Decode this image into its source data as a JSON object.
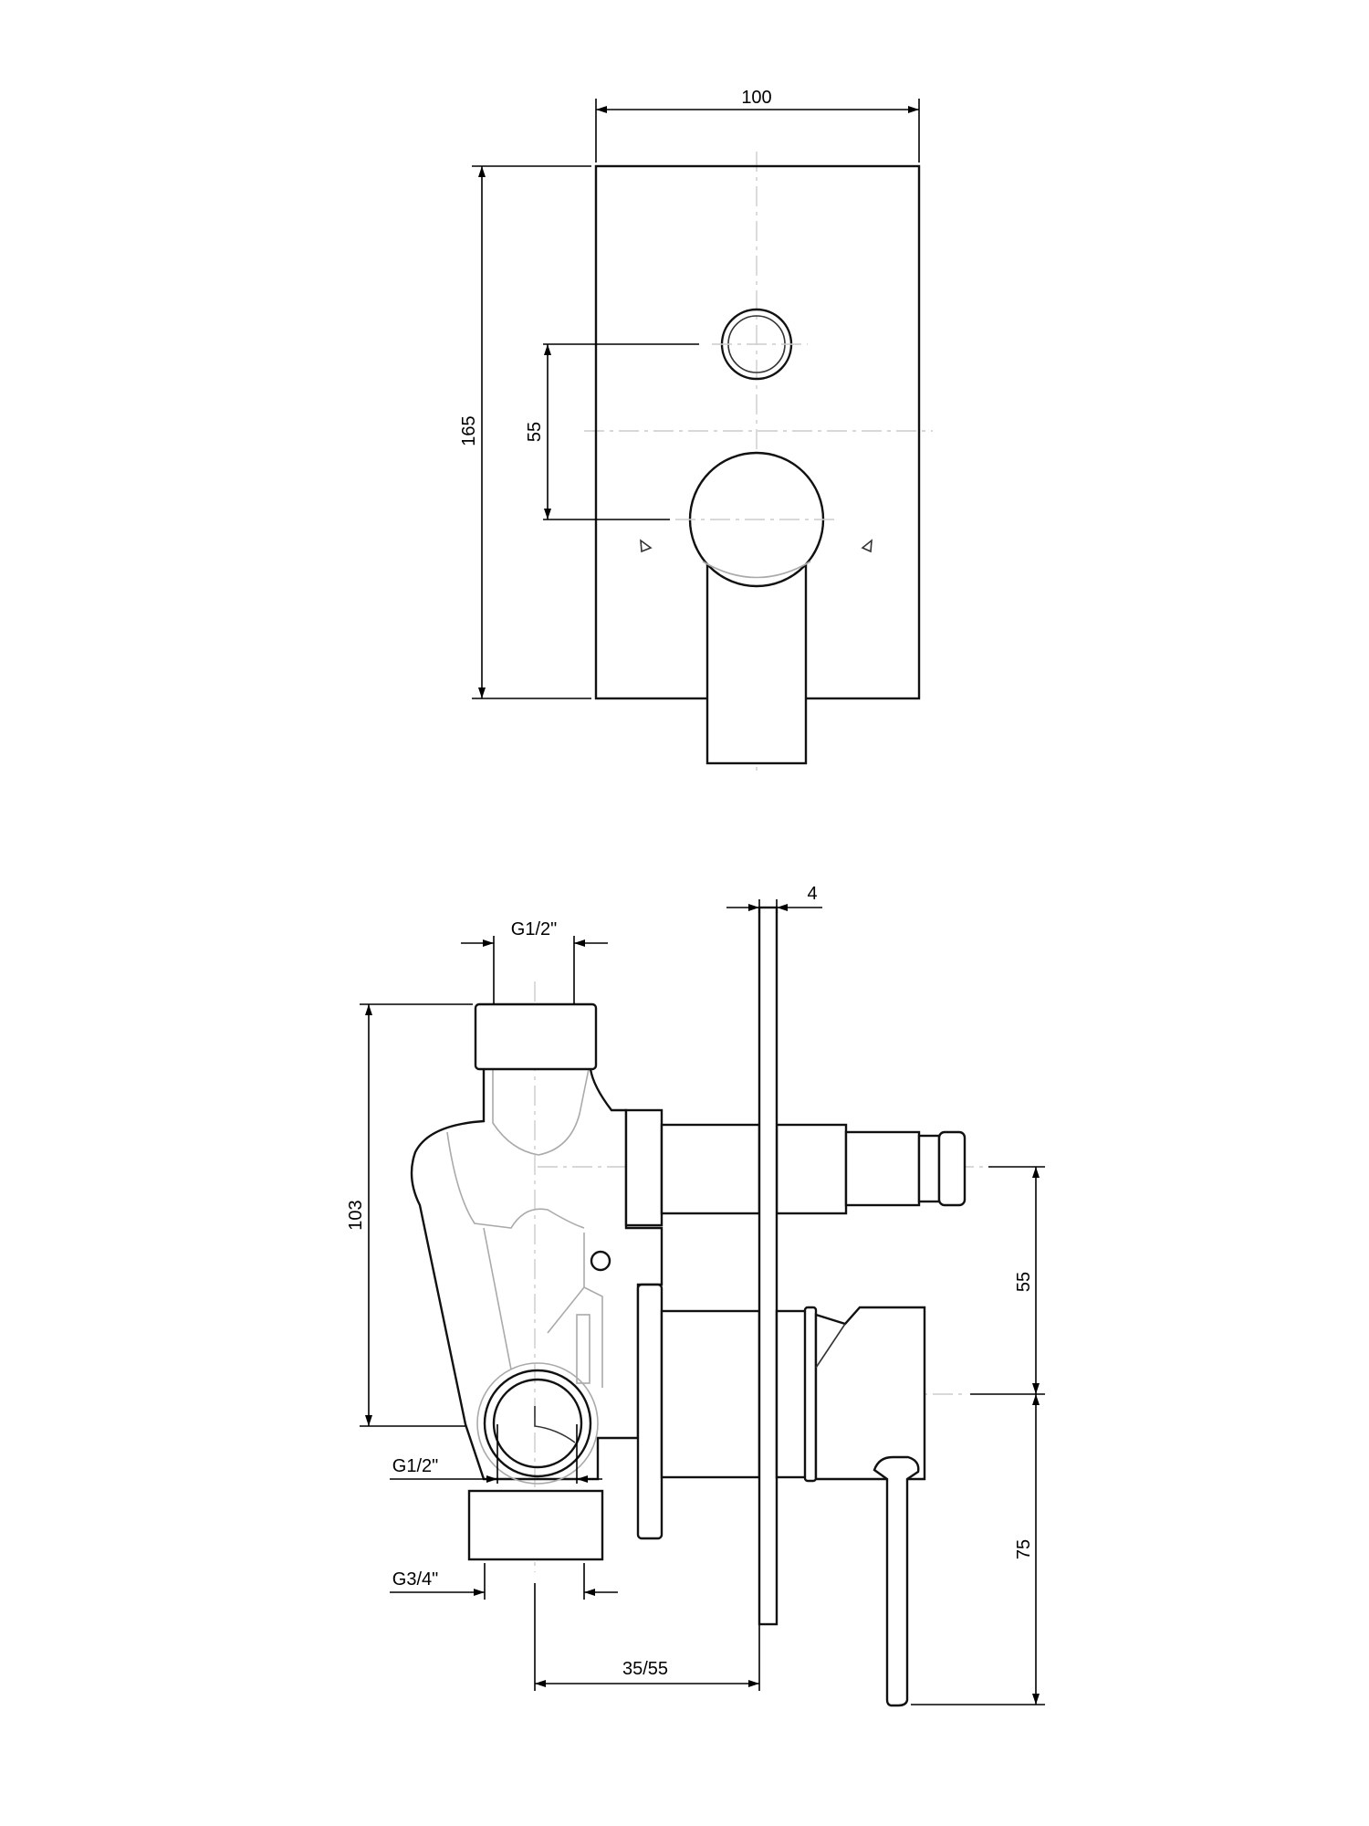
{
  "front_view": {
    "width_label": "100",
    "height_label": "165",
    "spacing_label": "55"
  },
  "side_view": {
    "plate_thickness_label": "4",
    "top_inlet_label": "G1/2\"",
    "body_height_label": "103",
    "lower_inlet_label": "G1/2\"",
    "outlet_label": "G3/4\"",
    "depth_label": "35/55",
    "upper_spacing_label": "55",
    "lower_spacing_label": "75"
  },
  "colors": {
    "line": "#111111",
    "hidden_line": "#aaaaaa",
    "center_line": "#cccccc"
  }
}
